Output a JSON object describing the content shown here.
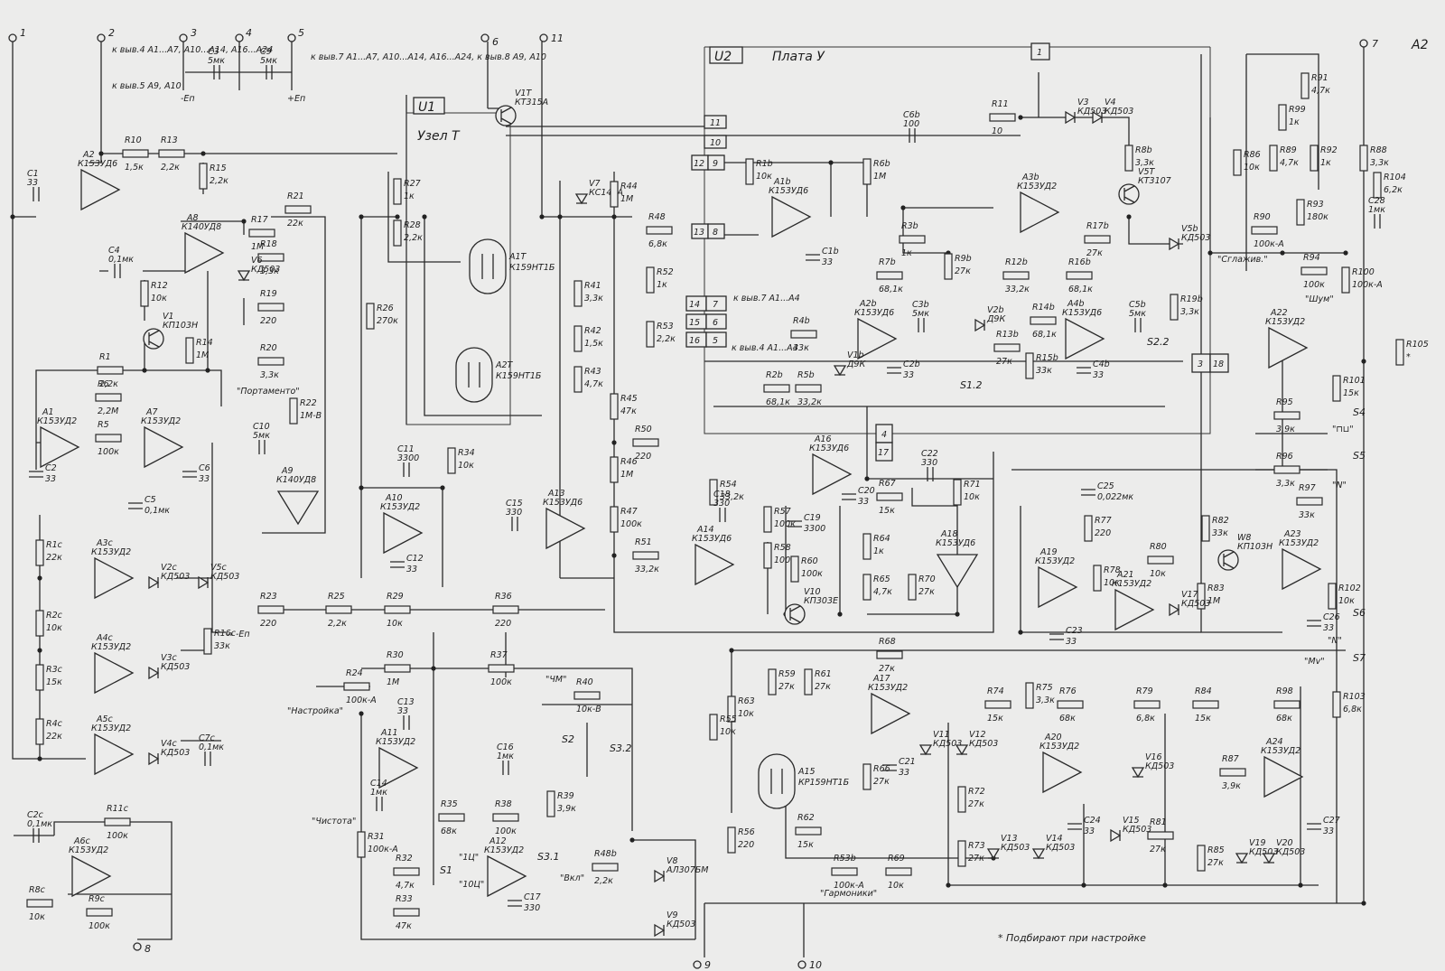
{
  "terminals": {
    "t1": "1",
    "t2": "2",
    "t3": "3",
    "t4": "4",
    "t5": "5",
    "t6": "6",
    "t7": "7",
    "t8": "8",
    "t9": "9",
    "t10": "10",
    "t11": "11",
    "a2": "A2"
  },
  "boards": {
    "u1": "U1",
    "u1_title": "Узел Т",
    "u2": "U2",
    "u2_title": "Плата У"
  },
  "supply": {
    "minus": "-Eп",
    "plus": "+Eп",
    "minus_arrow": "→ -Eп"
  },
  "notes": {
    "to_pins_a": "к выв.4 A1...A7, A10...A14, A16...A24",
    "to_pins_b": "к выв.5 A9, A10",
    "to_pins_c": "к выв.7 A1...A7, A10...A14, A16...A24, к выв.8 A9, A10",
    "to_pins_d": "к выв.7 A1...A4",
    "to_pins_e": "к выв.4 A1...A4",
    "footnote": "* Подбирают при настройке"
  },
  "labels": {
    "portamento": "\"Портаменто\"",
    "nastroika": "\"Настройка\"",
    "chistota": "\"Чистота\"",
    "garmoniki": "\"Гармоники\"",
    "vkl": "\"Вкл\"",
    "sglazhivanie": "\"Сглажив.\"",
    "shum": "\"Шум\"",
    "sq": "\"⊓⊔\"",
    "saw": "\"N\"",
    "saw2": "\"N\"",
    "mw": "\"Мv\"",
    "chm": "\"ЧМ\"",
    "cap_1u": "\"1Ц\"",
    "cap_10u": "\"10Ц\""
  },
  "components": [
    {
      "id": "R10",
      "val": "1,5к"
    },
    {
      "id": "R13",
      "val": "2,2к"
    },
    {
      "id": "C1",
      "val": "33"
    },
    {
      "id": "A2",
      "val": "К153УД6"
    },
    {
      "id": "R15",
      "val": "2,2к"
    },
    {
      "id": "C3",
      "val": "5мк"
    },
    {
      "id": "C9",
      "val": "5мк"
    },
    {
      "id": "R21",
      "val": "22к"
    },
    {
      "id": "C4",
      "val": "0,1мк"
    },
    {
      "id": "A8",
      "val": "К140УД8"
    },
    {
      "id": "R17",
      "val": "1М"
    },
    {
      "id": "R18",
      "val": "3,3к"
    },
    {
      "id": "V6",
      "val": "КД503"
    },
    {
      "id": "R19",
      "val": "220"
    },
    {
      "id": "R20",
      "val": "3,3к"
    },
    {
      "id": "R12",
      "val": "10к"
    },
    {
      "id": "V1",
      "val": "КП103Н"
    },
    {
      "id": "R1",
      "val": "2,2к"
    },
    {
      "id": "R14",
      "val": "1М"
    },
    {
      "id": "R6",
      "val": "2,2М"
    },
    {
      "id": "R5",
      "val": "100к"
    },
    {
      "id": "A1",
      "val": "К153УД2"
    },
    {
      "id": "A7",
      "val": "К153УД2"
    },
    {
      "id": "C2",
      "val": "33"
    },
    {
      "id": "C5",
      "val": "0,1мк"
    },
    {
      "id": "C6",
      "val": "33"
    },
    {
      "id": "R22",
      "val": "1М-В"
    },
    {
      "id": "C10",
      "val": "5мк"
    },
    {
      "id": "A9",
      "val": "К140УД8"
    },
    {
      "id": "R23",
      "val": "220"
    },
    {
      "id": "R25",
      "val": "2,2к"
    },
    {
      "id": "R29",
      "val": "10к"
    },
    {
      "id": "R36",
      "val": "220"
    },
    {
      "id": "R27",
      "val": "1к"
    },
    {
      "id": "R28",
      "val": "2,2к"
    },
    {
      "id": "R26",
      "val": "270к"
    },
    {
      "id": "A1T",
      "val": "К159НТ1Б"
    },
    {
      "id": "A2T",
      "val": "К159НТ1Б"
    },
    {
      "id": "C11",
      "val": "3300"
    },
    {
      "id": "A10",
      "val": "К153УД2"
    },
    {
      "id": "C12",
      "val": "33"
    },
    {
      "id": "R34",
      "val": "10к"
    },
    {
      "id": "C15",
      "val": "330"
    },
    {
      "id": "A13",
      "val": "К153УД6"
    },
    {
      "id": "V1T",
      "val": "КТ315А"
    },
    {
      "id": "V7",
      "val": "КС147А"
    },
    {
      "id": "R44",
      "val": "1М"
    },
    {
      "id": "R48",
      "val": "6,8к"
    },
    {
      "id": "R41",
      "val": "3,3к"
    },
    {
      "id": "R42",
      "val": "1,5к"
    },
    {
      "id": "R43",
      "val": "4,7к"
    },
    {
      "id": "R45",
      "val": "47к"
    },
    {
      "id": "R46",
      "val": "1М"
    },
    {
      "id": "R47",
      "val": "100к"
    },
    {
      "id": "R50",
      "val": "220"
    },
    {
      "id": "R51",
      "val": "33,2к"
    },
    {
      "id": "R52",
      "val": "1к"
    },
    {
      "id": "R53",
      "val": "2,2к"
    },
    {
      "id": "R54",
      "val": "33,2к"
    },
    {
      "id": "C18",
      "val": "330"
    },
    {
      "id": "A14",
      "val": "К153УД6"
    },
    {
      "id": "R57",
      "val": "100к"
    },
    {
      "id": "R58",
      "val": "100к"
    },
    {
      "id": "C19",
      "val": "3300"
    },
    {
      "id": "R60",
      "val": "100к"
    },
    {
      "id": "V10",
      "val": "КП303Е"
    },
    {
      "id": "A16",
      "val": "К153УД6"
    },
    {
      "id": "C20",
      "val": "33"
    },
    {
      "id": "R64",
      "val": "1к"
    },
    {
      "id": "R65",
      "val": "4,7к"
    },
    {
      "id": "R70",
      "val": "27к"
    },
    {
      "id": "A18",
      "val": "К153УД6"
    },
    {
      "id": "R67",
      "val": "15к"
    },
    {
      "id": "C22",
      "val": "330"
    },
    {
      "id": "R71",
      "val": "10к"
    },
    {
      "id": "R30",
      "val": "1М"
    },
    {
      "id": "R37",
      "val": "100к"
    },
    {
      "id": "R24",
      "val": "100к-А"
    },
    {
      "id": "R40",
      "val": "10к-В"
    },
    {
      "id": "C13",
      "val": "33"
    },
    {
      "id": "A11",
      "val": "К153УД2"
    },
    {
      "id": "C16",
      "val": "1мк"
    },
    {
      "id": "C14",
      "val": "1мк"
    },
    {
      "id": "R35",
      "val": "68к"
    },
    {
      "id": "R38",
      "val": "100к"
    },
    {
      "id": "R39",
      "val": "3,9к"
    },
    {
      "id": "R31",
      "val": "100к-А"
    },
    {
      "id": "R32",
      "val": "4,7к"
    },
    {
      "id": "R33",
      "val": "47к"
    },
    {
      "id": "A12",
      "val": "К153УД2"
    },
    {
      "id": "C17",
      "val": "330"
    },
    {
      "id": "R48b",
      "val": "2,2к"
    },
    {
      "id": "V8",
      "val": "АЛ307БМ"
    },
    {
      "id": "V9",
      "val": "КД503"
    },
    {
      "id": "R11",
      "val": "10"
    },
    {
      "id": "V3",
      "val": "КД503"
    },
    {
      "id": "V4",
      "val": "КД503"
    },
    {
      "id": "C6b",
      "val": "100"
    },
    {
      "id": "R8b",
      "val": "3,3к"
    },
    {
      "id": "V5T",
      "val": "КТ3107"
    },
    {
      "id": "R1b",
      "val": "10к"
    },
    {
      "id": "A1b",
      "val": "К153УД6"
    },
    {
      "id": "R6b",
      "val": "1М"
    },
    {
      "id": "C1b",
      "val": "33"
    },
    {
      "id": "A3b",
      "val": "К153УД2"
    },
    {
      "id": "R3b",
      "val": "1к"
    },
    {
      "id": "R17b",
      "val": "27к"
    },
    {
      "id": "V5b",
      "val": "КД503"
    },
    {
      "id": "R9b",
      "val": "27к"
    },
    {
      "id": "R7b",
      "val": "68,1к"
    },
    {
      "id": "R12b",
      "val": "33,2к"
    },
    {
      "id": "R16b",
      "val": "68,1к"
    },
    {
      "id": "A2b",
      "val": "К153УД6"
    },
    {
      "id": "C3b",
      "val": "5мк"
    },
    {
      "id": "V2b",
      "val": "Д9К"
    },
    {
      "id": "R14b",
      "val": "68,1к"
    },
    {
      "id": "A4b",
      "val": "К153УД6"
    },
    {
      "id": "C5b",
      "val": "5мк"
    },
    {
      "id": "R19b",
      "val": "3,3к"
    },
    {
      "id": "R4b",
      "val": "33к"
    },
    {
      "id": "R13b",
      "val": "27к"
    },
    {
      "id": "R15b",
      "val": "33к"
    },
    {
      "id": "C4b",
      "val": "33"
    },
    {
      "id": "R2b",
      "val": "68,1к"
    },
    {
      "id": "R5b",
      "val": "33,2к"
    },
    {
      "id": "V1b",
      "val": "Д9К"
    },
    {
      "id": "C2b",
      "val": "33"
    },
    {
      "id": "R86",
      "val": "10к"
    },
    {
      "id": "R89",
      "val": "4,7к"
    },
    {
      "id": "R92",
      "val": "1к"
    },
    {
      "id": "R88",
      "val": "3,3к"
    },
    {
      "id": "R90",
      "val": "100к-А"
    },
    {
      "id": "R93",
      "val": "180к"
    },
    {
      "id": "R91",
      "val": "4,7к"
    },
    {
      "id": "R99",
      "val": "1к"
    },
    {
      "id": "R104",
      "val": "6,2к"
    },
    {
      "id": "C28",
      "val": "1мк"
    },
    {
      "id": "R94",
      "val": "100к"
    },
    {
      "id": "R100",
      "val": "100к-А"
    },
    {
      "id": "A22",
      "val": "К153УД2"
    },
    {
      "id": "R101",
      "val": "15к"
    },
    {
      "id": "R95",
      "val": "3,9к"
    },
    {
      "id": "R96",
      "val": "3,3к"
    },
    {
      "id": "R97",
      "val": "33к"
    },
    {
      "id": "R105",
      "val": "*"
    },
    {
      "id": "C25",
      "val": "0,022мк"
    },
    {
      "id": "R77",
      "val": "220"
    },
    {
      "id": "A19",
      "val": "К153УД2"
    },
    {
      "id": "R78",
      "val": "10к"
    },
    {
      "id": "A21",
      "val": "К153УД2"
    },
    {
      "id": "C23",
      "val": "33"
    },
    {
      "id": "R80",
      "val": "10к"
    },
    {
      "id": "R82",
      "val": "33к"
    },
    {
      "id": "W8",
      "val": "КП103Н"
    },
    {
      "id": "R83",
      "val": "1М"
    },
    {
      "id": "V17",
      "val": "КД503"
    },
    {
      "id": "A23",
      "val": "К153УД2"
    },
    {
      "id": "R102",
      "val": "10к"
    },
    {
      "id": "C26",
      "val": "33"
    },
    {
      "id": "R68",
      "val": "27к"
    },
    {
      "id": "R59",
      "val": "27к"
    },
    {
      "id": "R61",
      "val": "27к"
    },
    {
      "id": "A17",
      "val": "К153УД2"
    },
    {
      "id": "R74",
      "val": "15к"
    },
    {
      "id": "R75",
      "val": "3,3к"
    },
    {
      "id": "R76",
      "val": "68к"
    },
    {
      "id": "R79",
      "val": "6,8к"
    },
    {
      "id": "R84",
      "val": "15к"
    },
    {
      "id": "R98",
      "val": "68к"
    },
    {
      "id": "R103",
      "val": "6,8к"
    },
    {
      "id": "R63",
      "val": "10к"
    },
    {
      "id": "A15",
      "val": "КР159НТ1Б"
    },
    {
      "id": "R66",
      "val": "27к"
    },
    {
      "id": "C21",
      "val": "33"
    },
    {
      "id": "V11",
      "val": "КД503"
    },
    {
      "id": "V12",
      "val": "КД503"
    },
    {
      "id": "R72",
      "val": "27к"
    },
    {
      "id": "A20",
      "val": "К153УД2"
    },
    {
      "id": "C24",
      "val": "33"
    },
    {
      "id": "V15",
      "val": "КД503"
    },
    {
      "id": "V16",
      "val": "КД503"
    },
    {
      "id": "R87",
      "val": "3,9к"
    },
    {
      "id": "A24",
      "val": "К153УД2"
    },
    {
      "id": "C27",
      "val": "33"
    },
    {
      "id": "R81",
      "val": "27к"
    },
    {
      "id": "R73",
      "val": "27к"
    },
    {
      "id": "V13",
      "val": "КД503"
    },
    {
      "id": "V14",
      "val": "КД503"
    },
    {
      "id": "R85",
      "val": "27к"
    },
    {
      "id": "V19",
      "val": "КД503"
    },
    {
      "id": "V20",
      "val": "КД503"
    },
    {
      "id": "R56",
      "val": "220"
    },
    {
      "id": "R62",
      "val": "15к"
    },
    {
      "id": "R53b",
      "val": "100к-А"
    },
    {
      "id": "R69",
      "val": "10к"
    },
    {
      "id": "R55",
      "val": "10к"
    },
    {
      "id": "R1c",
      "val": "22к"
    },
    {
      "id": "R2c",
      "val": "10к"
    },
    {
      "id": "R3c",
      "val": "15к"
    },
    {
      "id": "R4c",
      "val": "22к"
    },
    {
      "id": "A3c",
      "val": "К153УД2"
    },
    {
      "id": "A4c",
      "val": "К153УД2"
    },
    {
      "id": "A5c",
      "val": "К153УД2"
    },
    {
      "id": "V2c",
      "val": "КД503"
    },
    {
      "id": "V3c",
      "val": "КД503"
    },
    {
      "id": "V4c",
      "val": "КД503"
    },
    {
      "id": "V5c",
      "val": "КД503"
    },
    {
      "id": "R16c",
      "val": "33к"
    },
    {
      "id": "C7c",
      "val": "0,1мк"
    },
    {
      "id": "C2c",
      "val": "0,1мк"
    },
    {
      "id": "R11c",
      "val": "100к"
    },
    {
      "id": "A6c",
      "val": "К153УД2"
    },
    {
      "id": "R8c",
      "val": "10к"
    },
    {
      "id": "R9c",
      "val": "100к"
    }
  ],
  "switches": {
    "s1": "S1",
    "s2": "S2",
    "s3_1": "S3.1",
    "s3_2": "S3.2",
    "s2_2": "S2.2",
    "s1_2": "S1.2",
    "s4": "S4",
    "s5": "S5",
    "s6": "S6",
    "s7": "S7"
  },
  "connector": {
    "c14": "14",
    "c7": "7",
    "c15": "15",
    "c6": "6",
    "c16": "16",
    "c5": "5",
    "c13": "13",
    "c8": "8",
    "c12": "12",
    "c9": "9",
    "c11": "11",
    "c10": "10",
    "c3": "3",
    "c18": "18",
    "c4": "4",
    "c17": "17",
    "c1": "1"
  }
}
